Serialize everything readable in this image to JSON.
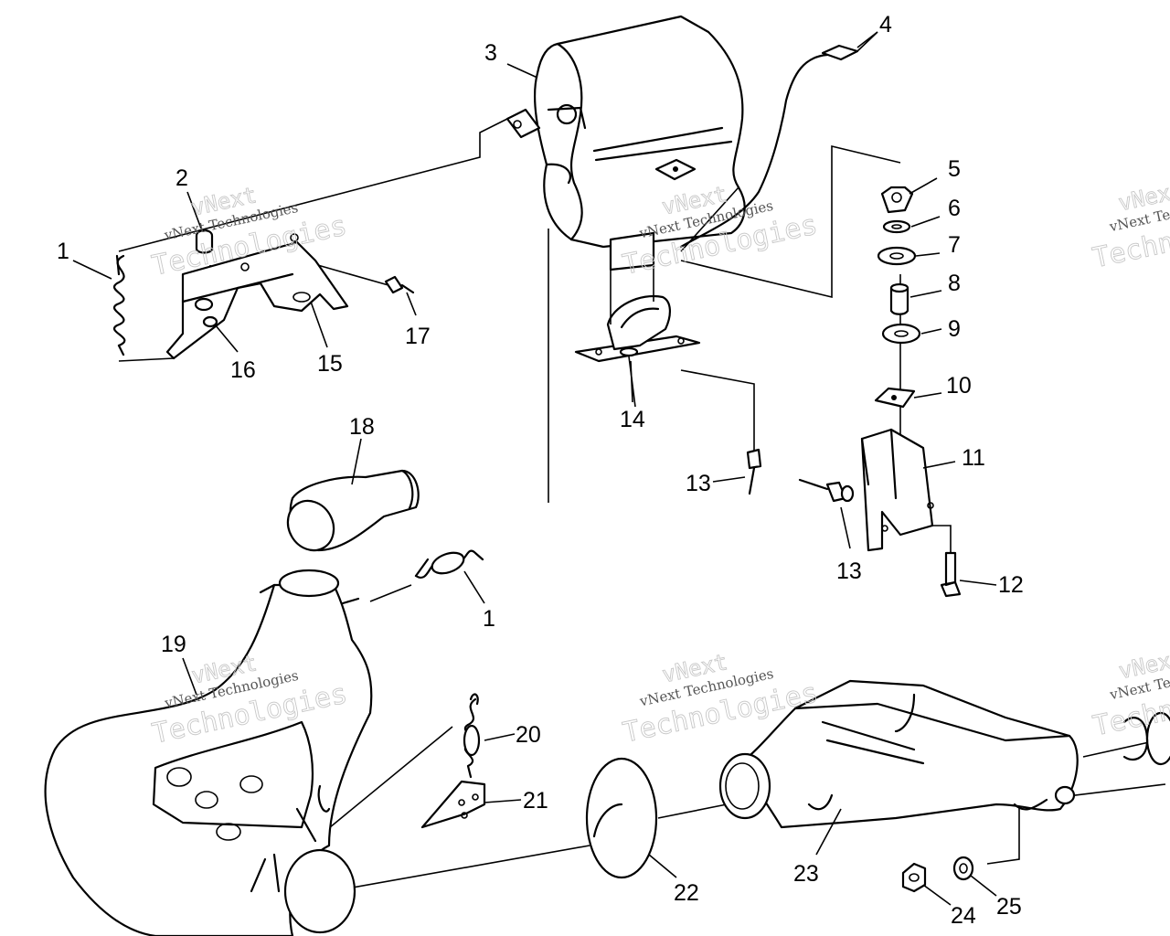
{
  "diagram": {
    "callouts": [
      "1",
      "2",
      "3",
      "4",
      "5",
      "6",
      "7",
      "8",
      "9",
      "10",
      "11",
      "12",
      "13",
      "14",
      "15",
      "16",
      "17",
      "18",
      "1",
      "19",
      "20",
      "21",
      "22",
      "23",
      "24",
      "25",
      "13"
    ]
  },
  "watermark": {
    "line1": "vNext",
    "line2": "vNext Technologies",
    "line3": "Technologies"
  }
}
